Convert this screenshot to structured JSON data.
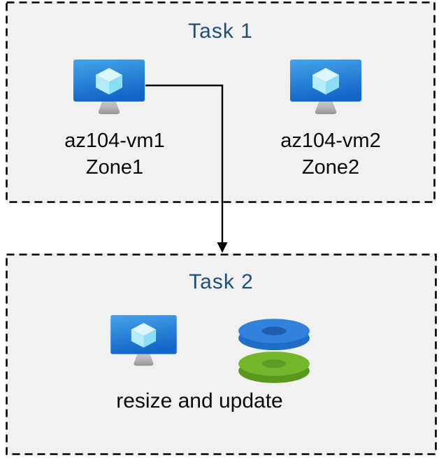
{
  "task1": {
    "title": "Task 1",
    "vms": [
      {
        "name": "az104-vm1",
        "zone": "Zone1"
      },
      {
        "name": "az104-vm2",
        "zone": "Zone2"
      }
    ]
  },
  "task2": {
    "title": "Task 2",
    "caption": "resize and update"
  },
  "icons": {
    "vm": "azure-virtual-machine-icon",
    "disks": "azure-disks-icon",
    "arrow": "elbow-arrow-down"
  },
  "colors": {
    "task_title": "#1f4e79",
    "box_fill": "#f1f1f1",
    "box_border": "#000000",
    "arrow": "#000000",
    "vm_screen_top": "#45a4ea",
    "vm_screen_bottom": "#1465c8",
    "cube_top": "#ddf6fd",
    "cube_left": "#b5ecfa",
    "cube_right": "#8adef5",
    "disk_blue_top": "#3181dd",
    "disk_blue_side": "#1f6dc4",
    "disk_blue_hole": "#1d5fae",
    "disk_green_top": "#72b82a",
    "disk_green_side": "#58991d",
    "disk_green_hole": "#5c9e23"
  }
}
